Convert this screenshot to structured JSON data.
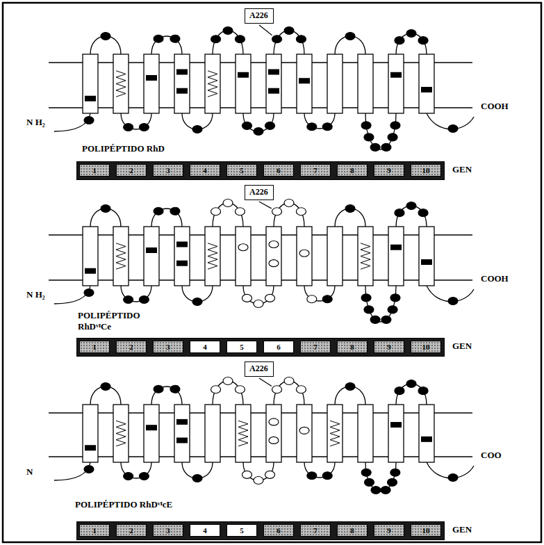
{
  "diagram": {
    "nodes": [
      {
        "text": [
          "A226"
        ]
      },
      {
        "text": [
          "GEN"
        ]
      },
      {
        "text": [
          "1"
        ],
        "in": 1
      },
      {
        "text": [
          "2"
        ],
        "in": 1
      },
      {
        "text": [
          "3"
        ],
        "in": 1
      },
      {
        "text": [
          "4"
        ],
        "in": 1
      },
      {
        "text": [
          "5"
        ],
        "in": 1
      },
      {
        "text": [
          "6"
        ],
        "in": 1
      },
      {
        "text": [
          "7"
        ],
        "in": 1
      },
      {
        "text": [
          "8"
        ],
        "in": 1
      },
      {
        "text": [
          "9"
        ],
        "in": 1
      },
      {
        "text": [
          "10"
        ],
        "in": 1
      },
      {
        "text": [
          "A226"
        ]
      },
      {
        "text": [
          "GEN"
        ]
      },
      {
        "text": [
          "1"
        ],
        "in": 13
      },
      {
        "text": [
          "2"
        ],
        "in": 13
      },
      {
        "text": [
          "3"
        ],
        "in": 13
      },
      {
        "text": [
          "4"
        ],
        "in": 13
      },
      {
        "text": [
          "5"
        ],
        "in": 13
      },
      {
        "text": [
          "6"
        ],
        "in": 13
      },
      {
        "text": [
          "7"
        ],
        "in": 13
      },
      {
        "text": [
          "8"
        ],
        "in": 13
      },
      {
        "text": [
          "9"
        ],
        "in": 13
      },
      {
        "text": [
          "10"
        ],
        "in": 13
      },
      {
        "text": [
          "A226"
        ]
      },
      {
        "text": [
          "GEN"
        ]
      },
      {
        "text": [
          "1"
        ],
        "in": 25
      },
      {
        "text": [
          "2"
        ],
        "in": 25
      },
      {
        "text": [
          "3"
        ],
        "in": 25
      },
      {
        "text": [
          "4"
        ],
        "in": 25
      },
      {
        "text": [
          "5"
        ],
        "in": 25
      },
      {
        "text": [
          "6"
        ],
        "in": 25
      },
      {
        "text": [
          "7"
        ],
        "in": 25
      },
      {
        "text": [
          "8"
        ],
        "in": 25
      },
      {
        "text": [
          "9"
        ],
        "in": 25
      },
      {
        "text": [
          "10"
        ],
        "in": 25
      }
    ],
    "labels": [
      "N H₂",
      "COOH",
      "POLIPÉPTIDO RhD",
      "N H₂",
      "COOH",
      "POLIPÉPTIDO RhDᵛᴵCe",
      "N",
      "COO",
      "POLIPÉPTIDO RhDᵛᴵcE"
    ]
  }
}
